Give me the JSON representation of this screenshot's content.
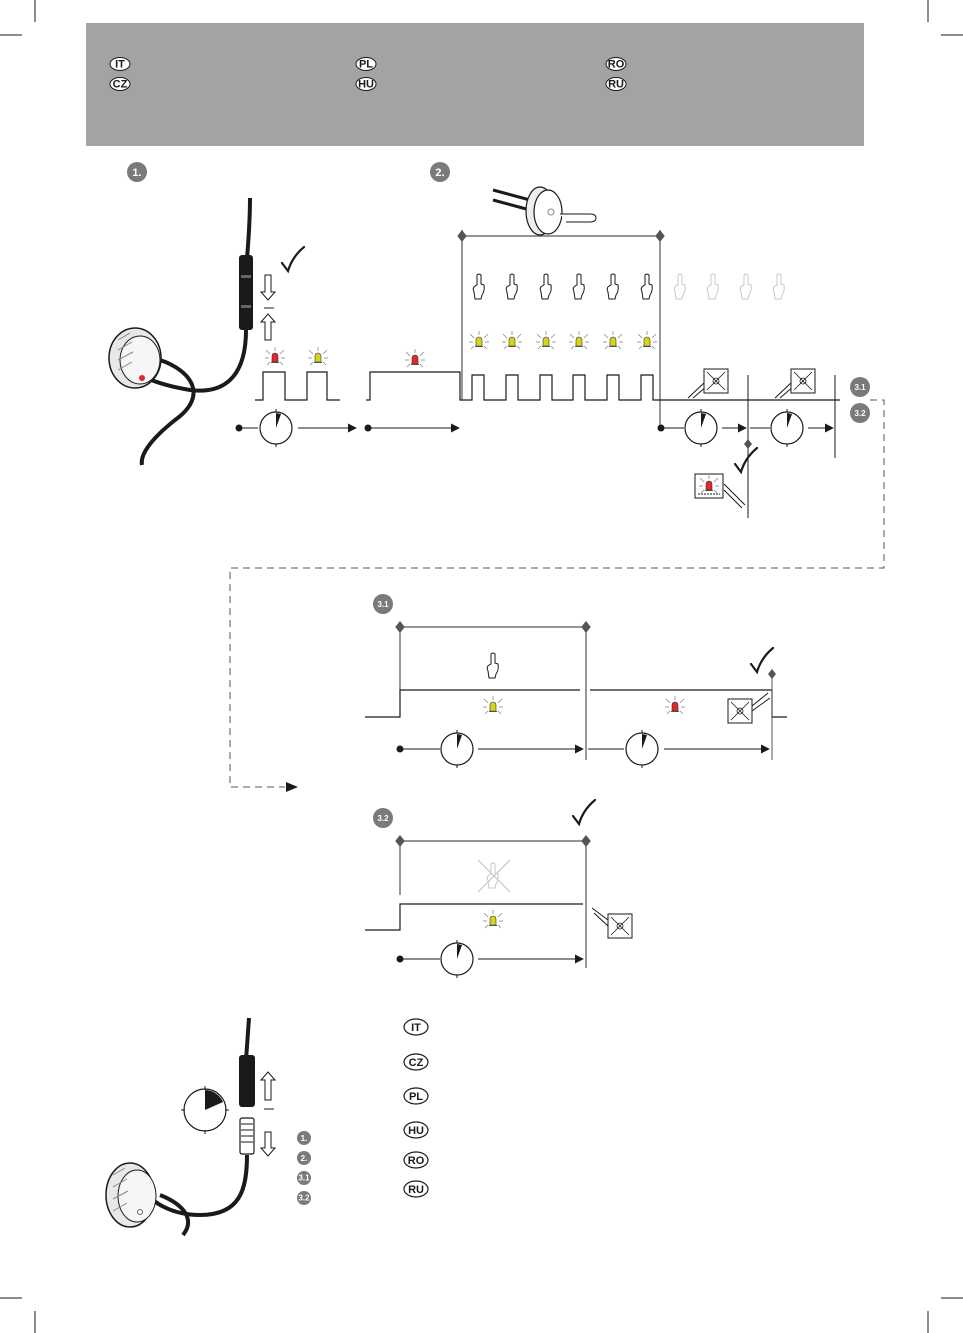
{
  "header": {
    "background_color": "#a3a3a3",
    "language_badges_row1": [
      "IT",
      "PL",
      "RO"
    ],
    "language_badges_row2": [
      "CZ",
      "HU",
      "RU"
    ]
  },
  "steps": {
    "step1": "1.",
    "step2": "2.",
    "step31": "3.1",
    "step32": "3.2"
  },
  "legend": {
    "language_badges": [
      "IT",
      "CZ",
      "PL",
      "HU",
      "RO",
      "RU"
    ],
    "step_markers": [
      "1.",
      "2.",
      "3.1",
      "3.2"
    ]
  },
  "icons": {
    "led": "led-blink-icon",
    "finger": "finger-press-icon",
    "timer": "timer-dial-icon",
    "check": "checkmark-icon",
    "no_signal": "crossed-signal-icon",
    "sensor": "touch-sensor-icon",
    "connector": "cable-connector-icon"
  },
  "colors": {
    "led_red": "#e0282e",
    "led_yellow": "#d8d41c",
    "step_circle": "#7a7a7a",
    "line": "#1a1a1a",
    "ghost_hand": "#c8c8c8"
  }
}
